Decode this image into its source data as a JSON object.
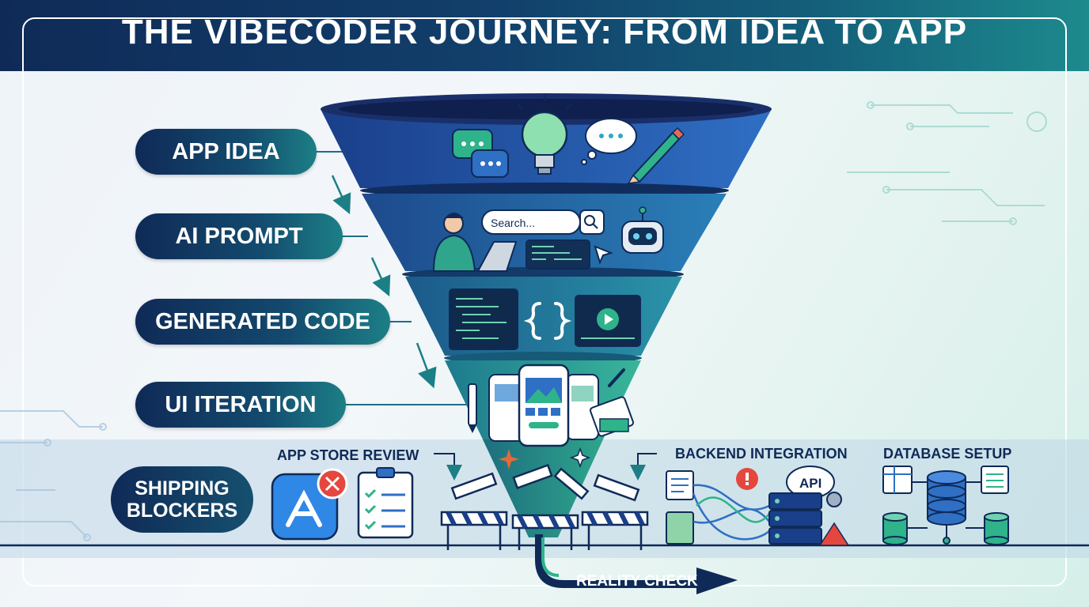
{
  "title": "THE VIBECODER JOURNEY: FROM IDEA TO APP",
  "stages": [
    {
      "label": "APP IDEA"
    },
    {
      "label": "AI PROMPT"
    },
    {
      "label": "GENERATED CODE"
    },
    {
      "label": "UI ITERATION"
    }
  ],
  "blockers": {
    "line1": "SHIPPING",
    "line2": "BLOCKERS"
  },
  "sections": {
    "app_store": "APP STORE REVIEW",
    "backend": "BACKEND INTEGRATION",
    "database": "DATABASE SETUP"
  },
  "search": {
    "placeholder": "Search..."
  },
  "api_label": "API",
  "reality_check": "REALITY CHECK",
  "colors": {
    "navy": "#0f2a57",
    "teal": "#1c7f86",
    "green": "#2fb38a",
    "blue": "#2f6fc4"
  }
}
